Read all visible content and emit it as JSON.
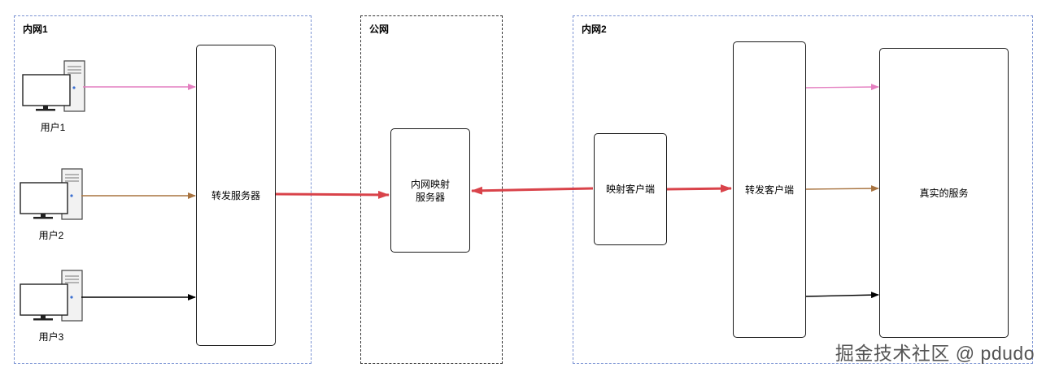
{
  "zones": {
    "intranet1": "内网1",
    "public": "公网",
    "intranet2": "内网2"
  },
  "users": [
    {
      "label": "用户1",
      "icon": "computer-icon"
    },
    {
      "label": "用户2",
      "icon": "computer-icon"
    },
    {
      "label": "用户3",
      "icon": "computer-icon"
    }
  ],
  "boxes": {
    "forward_server": "转发服务器",
    "mapping_server": "内网映射\n服务器",
    "mapping_client": "映射客户端",
    "forward_client": "转发客户端",
    "real_service": "真实的服务"
  },
  "colors": {
    "zone_blue": "#7b93d3",
    "zone_black": "#333333",
    "arrow_pink": "#e47fc0",
    "arrow_brown": "#a8733f",
    "arrow_black": "#000000",
    "arrow_red": "#d9434a"
  },
  "watermark": "掘金技术社区 @ pdudo"
}
